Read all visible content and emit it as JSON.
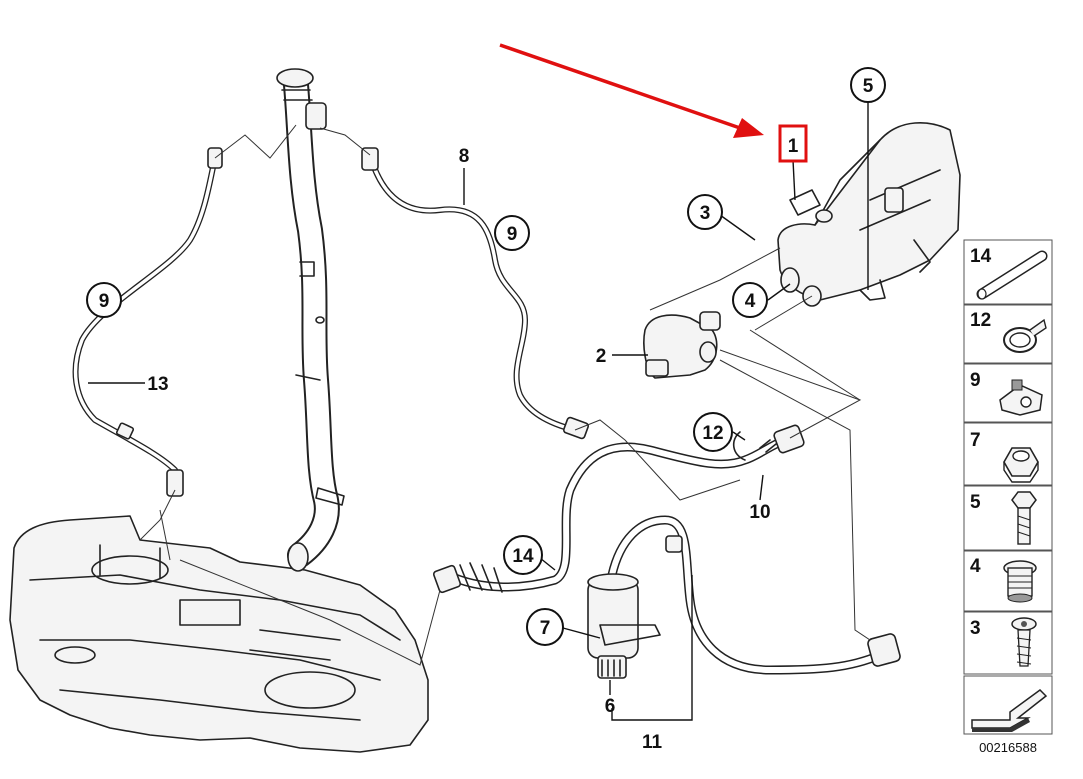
{
  "diagram_id": "00216588",
  "colors": {
    "arrow": "#e01010",
    "highlight_box": "#e01010",
    "ink": "#222222"
  },
  "callouts": [
    {
      "id": "c1",
      "label": "1",
      "style": "boxed"
    },
    {
      "id": "c2",
      "label": "2",
      "style": "plain"
    },
    {
      "id": "c3",
      "label": "3",
      "style": "circled"
    },
    {
      "id": "c4",
      "label": "4",
      "style": "circled"
    },
    {
      "id": "c5",
      "label": "5",
      "style": "circled"
    },
    {
      "id": "c6",
      "label": "6",
      "style": "plain"
    },
    {
      "id": "c7",
      "label": "7",
      "style": "circled"
    },
    {
      "id": "c8",
      "label": "8",
      "style": "plain"
    },
    {
      "id": "c9a",
      "label": "9",
      "style": "circled"
    },
    {
      "id": "c9b",
      "label": "9",
      "style": "circled"
    },
    {
      "id": "c10",
      "label": "10",
      "style": "plain"
    },
    {
      "id": "c11",
      "label": "11",
      "style": "plain"
    },
    {
      "id": "c12",
      "label": "12",
      "style": "circled"
    },
    {
      "id": "c13",
      "label": "13",
      "style": "plain"
    },
    {
      "id": "c14",
      "label": "14",
      "style": "circled"
    }
  ],
  "legend": [
    {
      "label": "14",
      "icon": "hose-piece-icon"
    },
    {
      "label": "12",
      "icon": "hose-clamp-icon"
    },
    {
      "label": "9",
      "icon": "clip-icon"
    },
    {
      "label": "7",
      "icon": "hex-nut-icon"
    },
    {
      "label": "5",
      "icon": "hex-bolt-icon"
    },
    {
      "label": "4",
      "icon": "plug-icon"
    },
    {
      "label": "3",
      "icon": "expanding-rivet-icon"
    },
    {
      "label": "",
      "icon": "arrow-direction-icon"
    }
  ]
}
